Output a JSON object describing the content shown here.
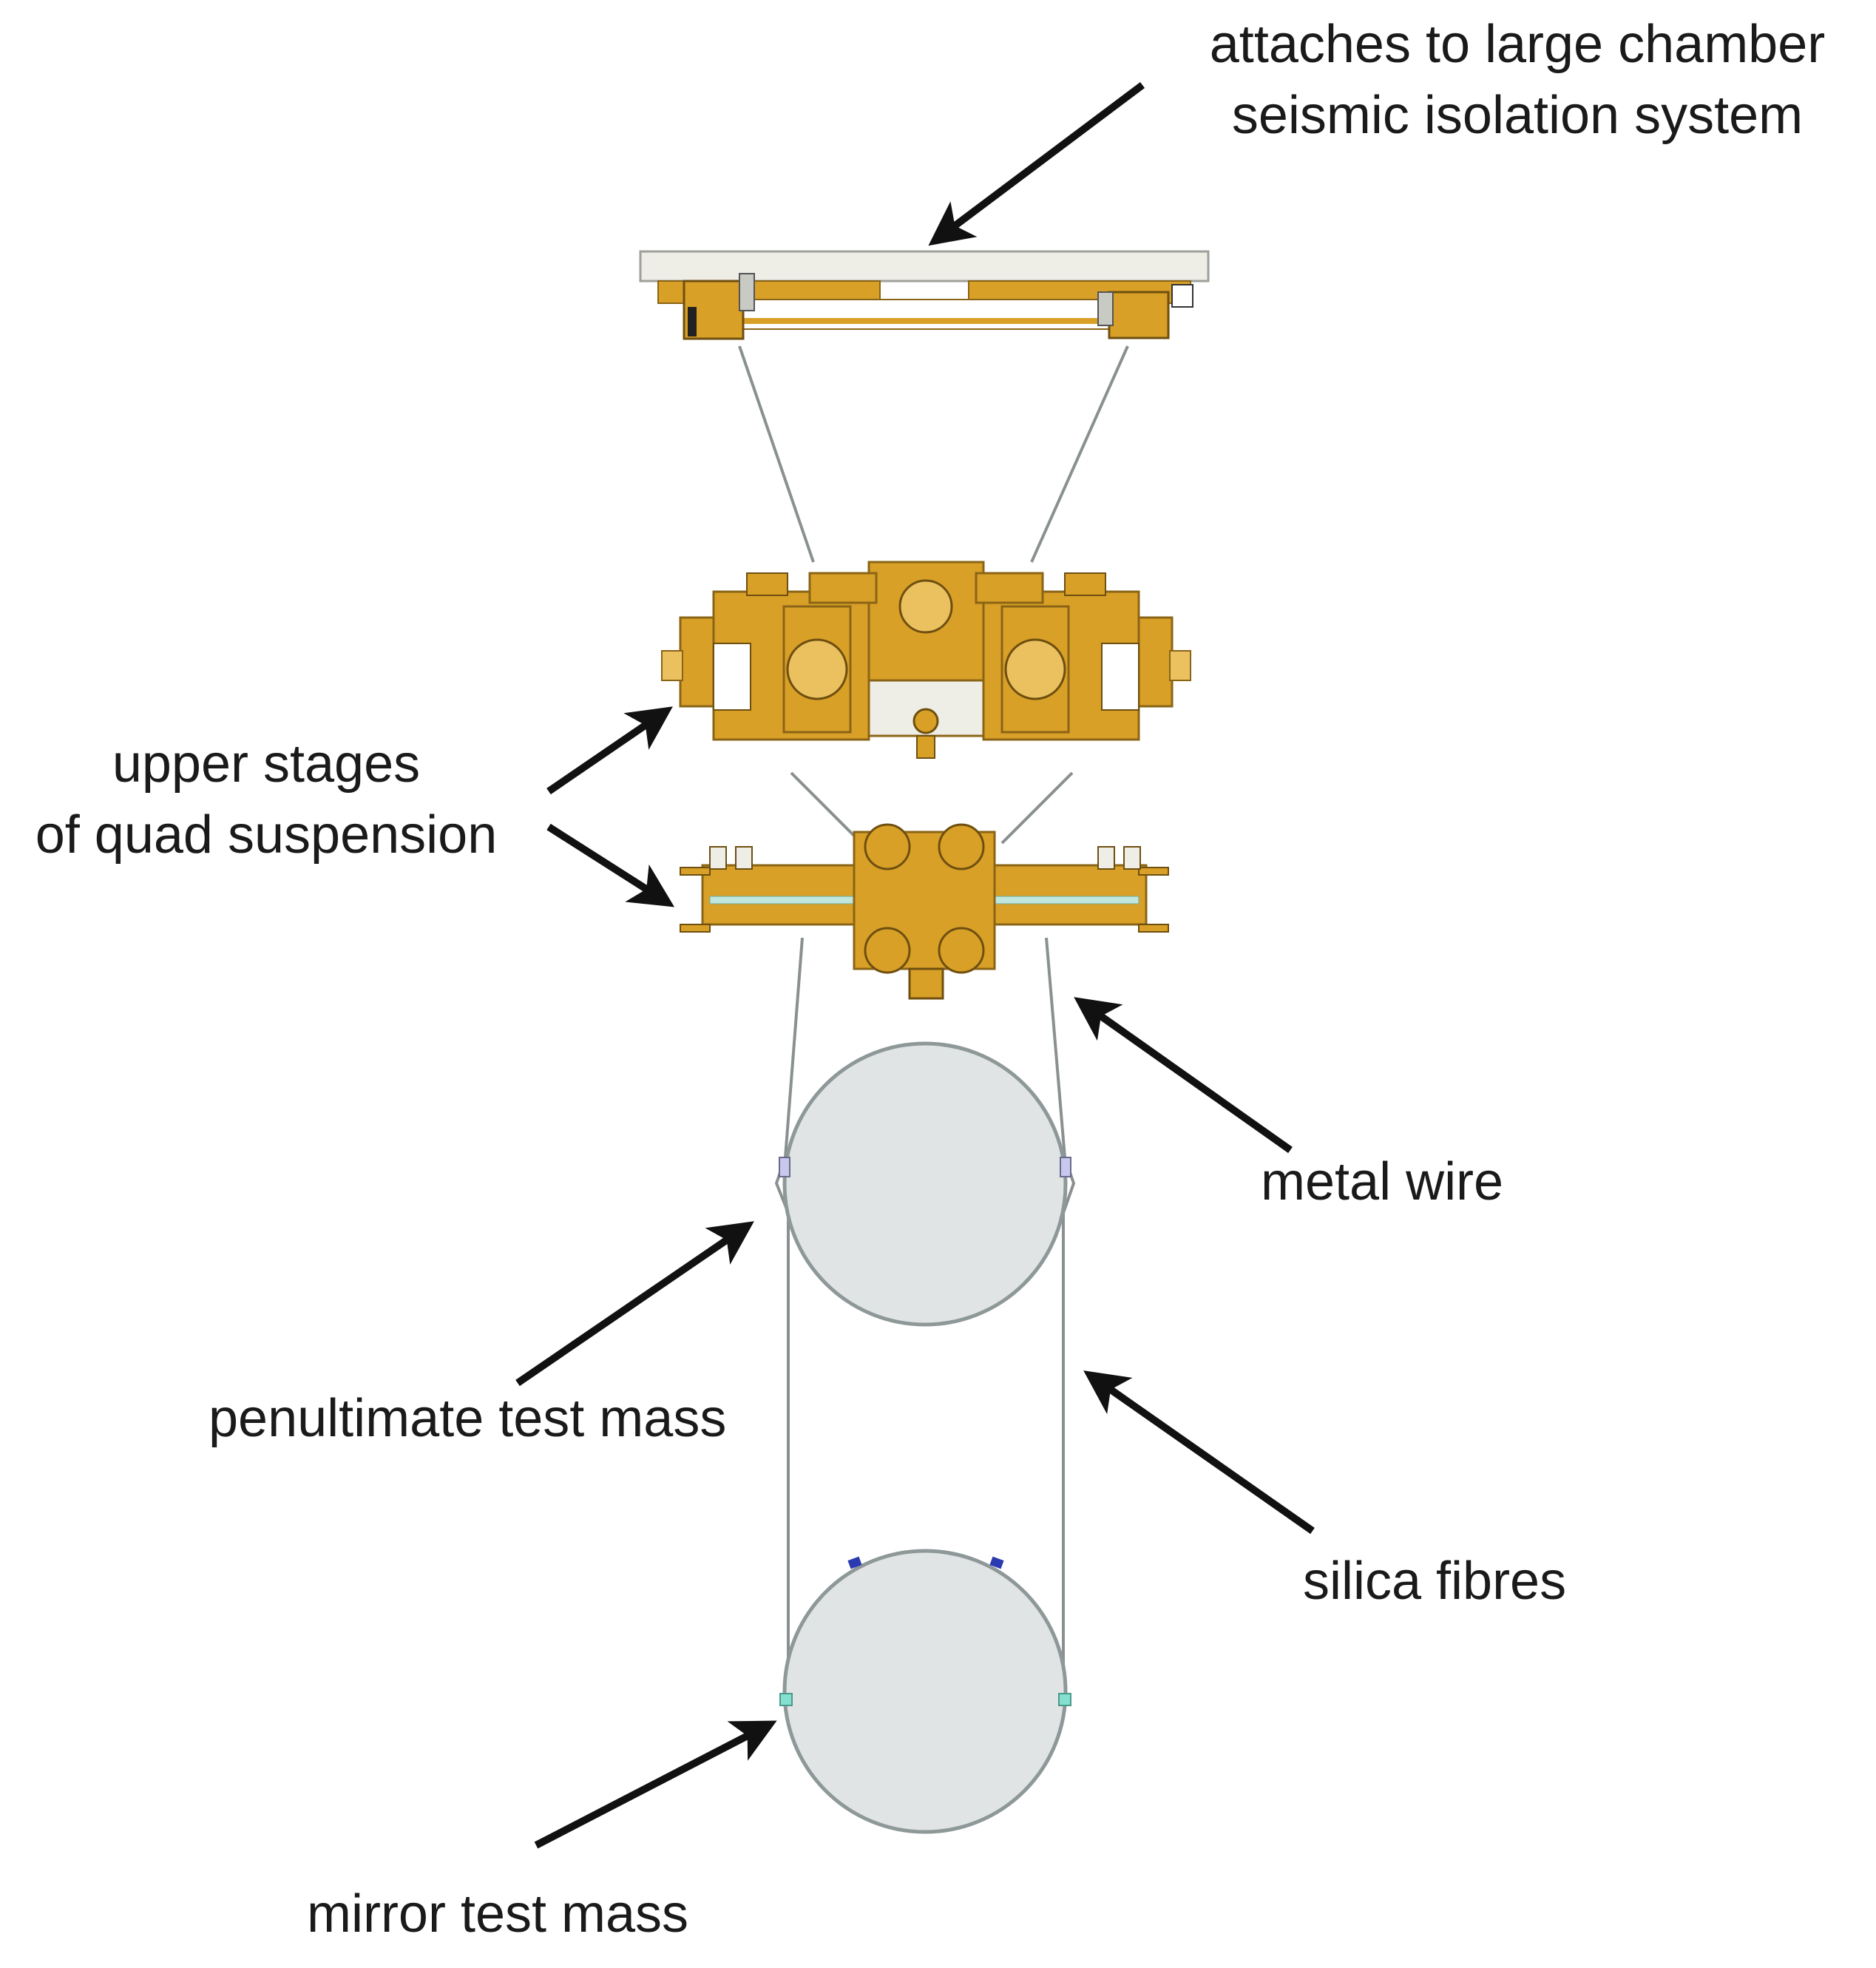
{
  "labels": {
    "attaches": [
      "attaches to large chamber",
      "seismic isolation system"
    ],
    "upper_stages": [
      "upper stages",
      "of quad suspension"
    ],
    "metal_wire": "metal wire",
    "penultimate": "penultimate test mass",
    "silica_fibres": "silica fibres",
    "mirror": "mirror test mass"
  },
  "colors": {
    "gold": "#D9A027",
    "gold_dark": "#A8761A",
    "gold_light": "#EBC160",
    "mass_fill": "#E1E4E4",
    "mass_stroke": "#8E9898",
    "wire": "#8A9090",
    "plate": "#EEEDE6",
    "arrow": "#111111",
    "fibre_tab": "#86E0CF",
    "magnet": "#2A3AB0"
  }
}
